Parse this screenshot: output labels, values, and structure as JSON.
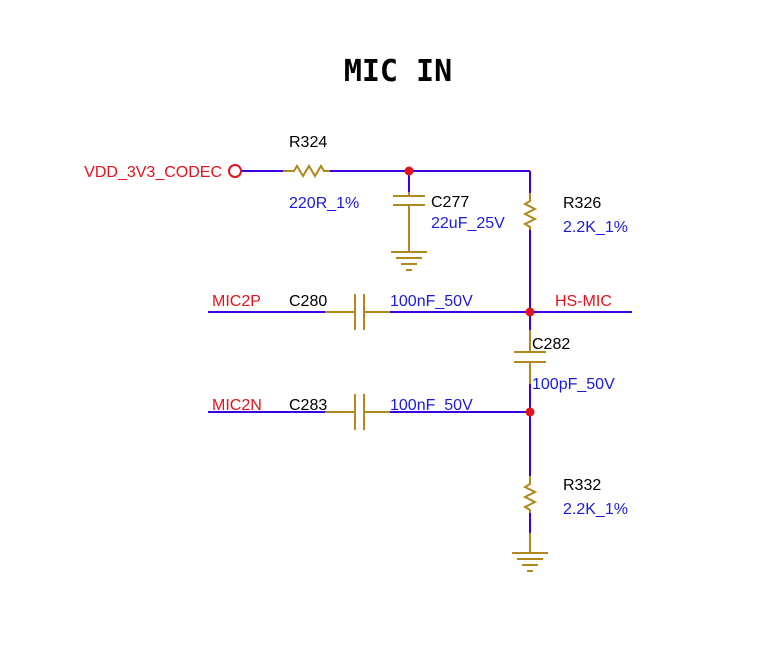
{
  "title": "MIC IN",
  "nets": {
    "vdd": "VDD_3V3_CODEC",
    "mic2p": "MIC2P",
    "mic2n": "MIC2N",
    "hs_mic": "HS-MIC"
  },
  "components": {
    "r324": {
      "ref": "R324",
      "value": "220R_1%"
    },
    "c277": {
      "ref": "C277",
      "value": "22uF_25V"
    },
    "r326": {
      "ref": "R326",
      "value": "2.2K_1%"
    },
    "c280": {
      "ref": "C280",
      "value": "100nF_50V"
    },
    "c282": {
      "ref": "C282",
      "value": "100pF_50V"
    },
    "c283": {
      "ref": "C283",
      "value": "100nF_50V"
    },
    "r332": {
      "ref": "R332",
      "value": "2.2K_1%"
    }
  },
  "colors": {
    "wire": "#3b00e0",
    "component": "#b0891e",
    "net_label": "#e0141e",
    "value_text": "#1a1adb",
    "junction": "#e0141e"
  }
}
